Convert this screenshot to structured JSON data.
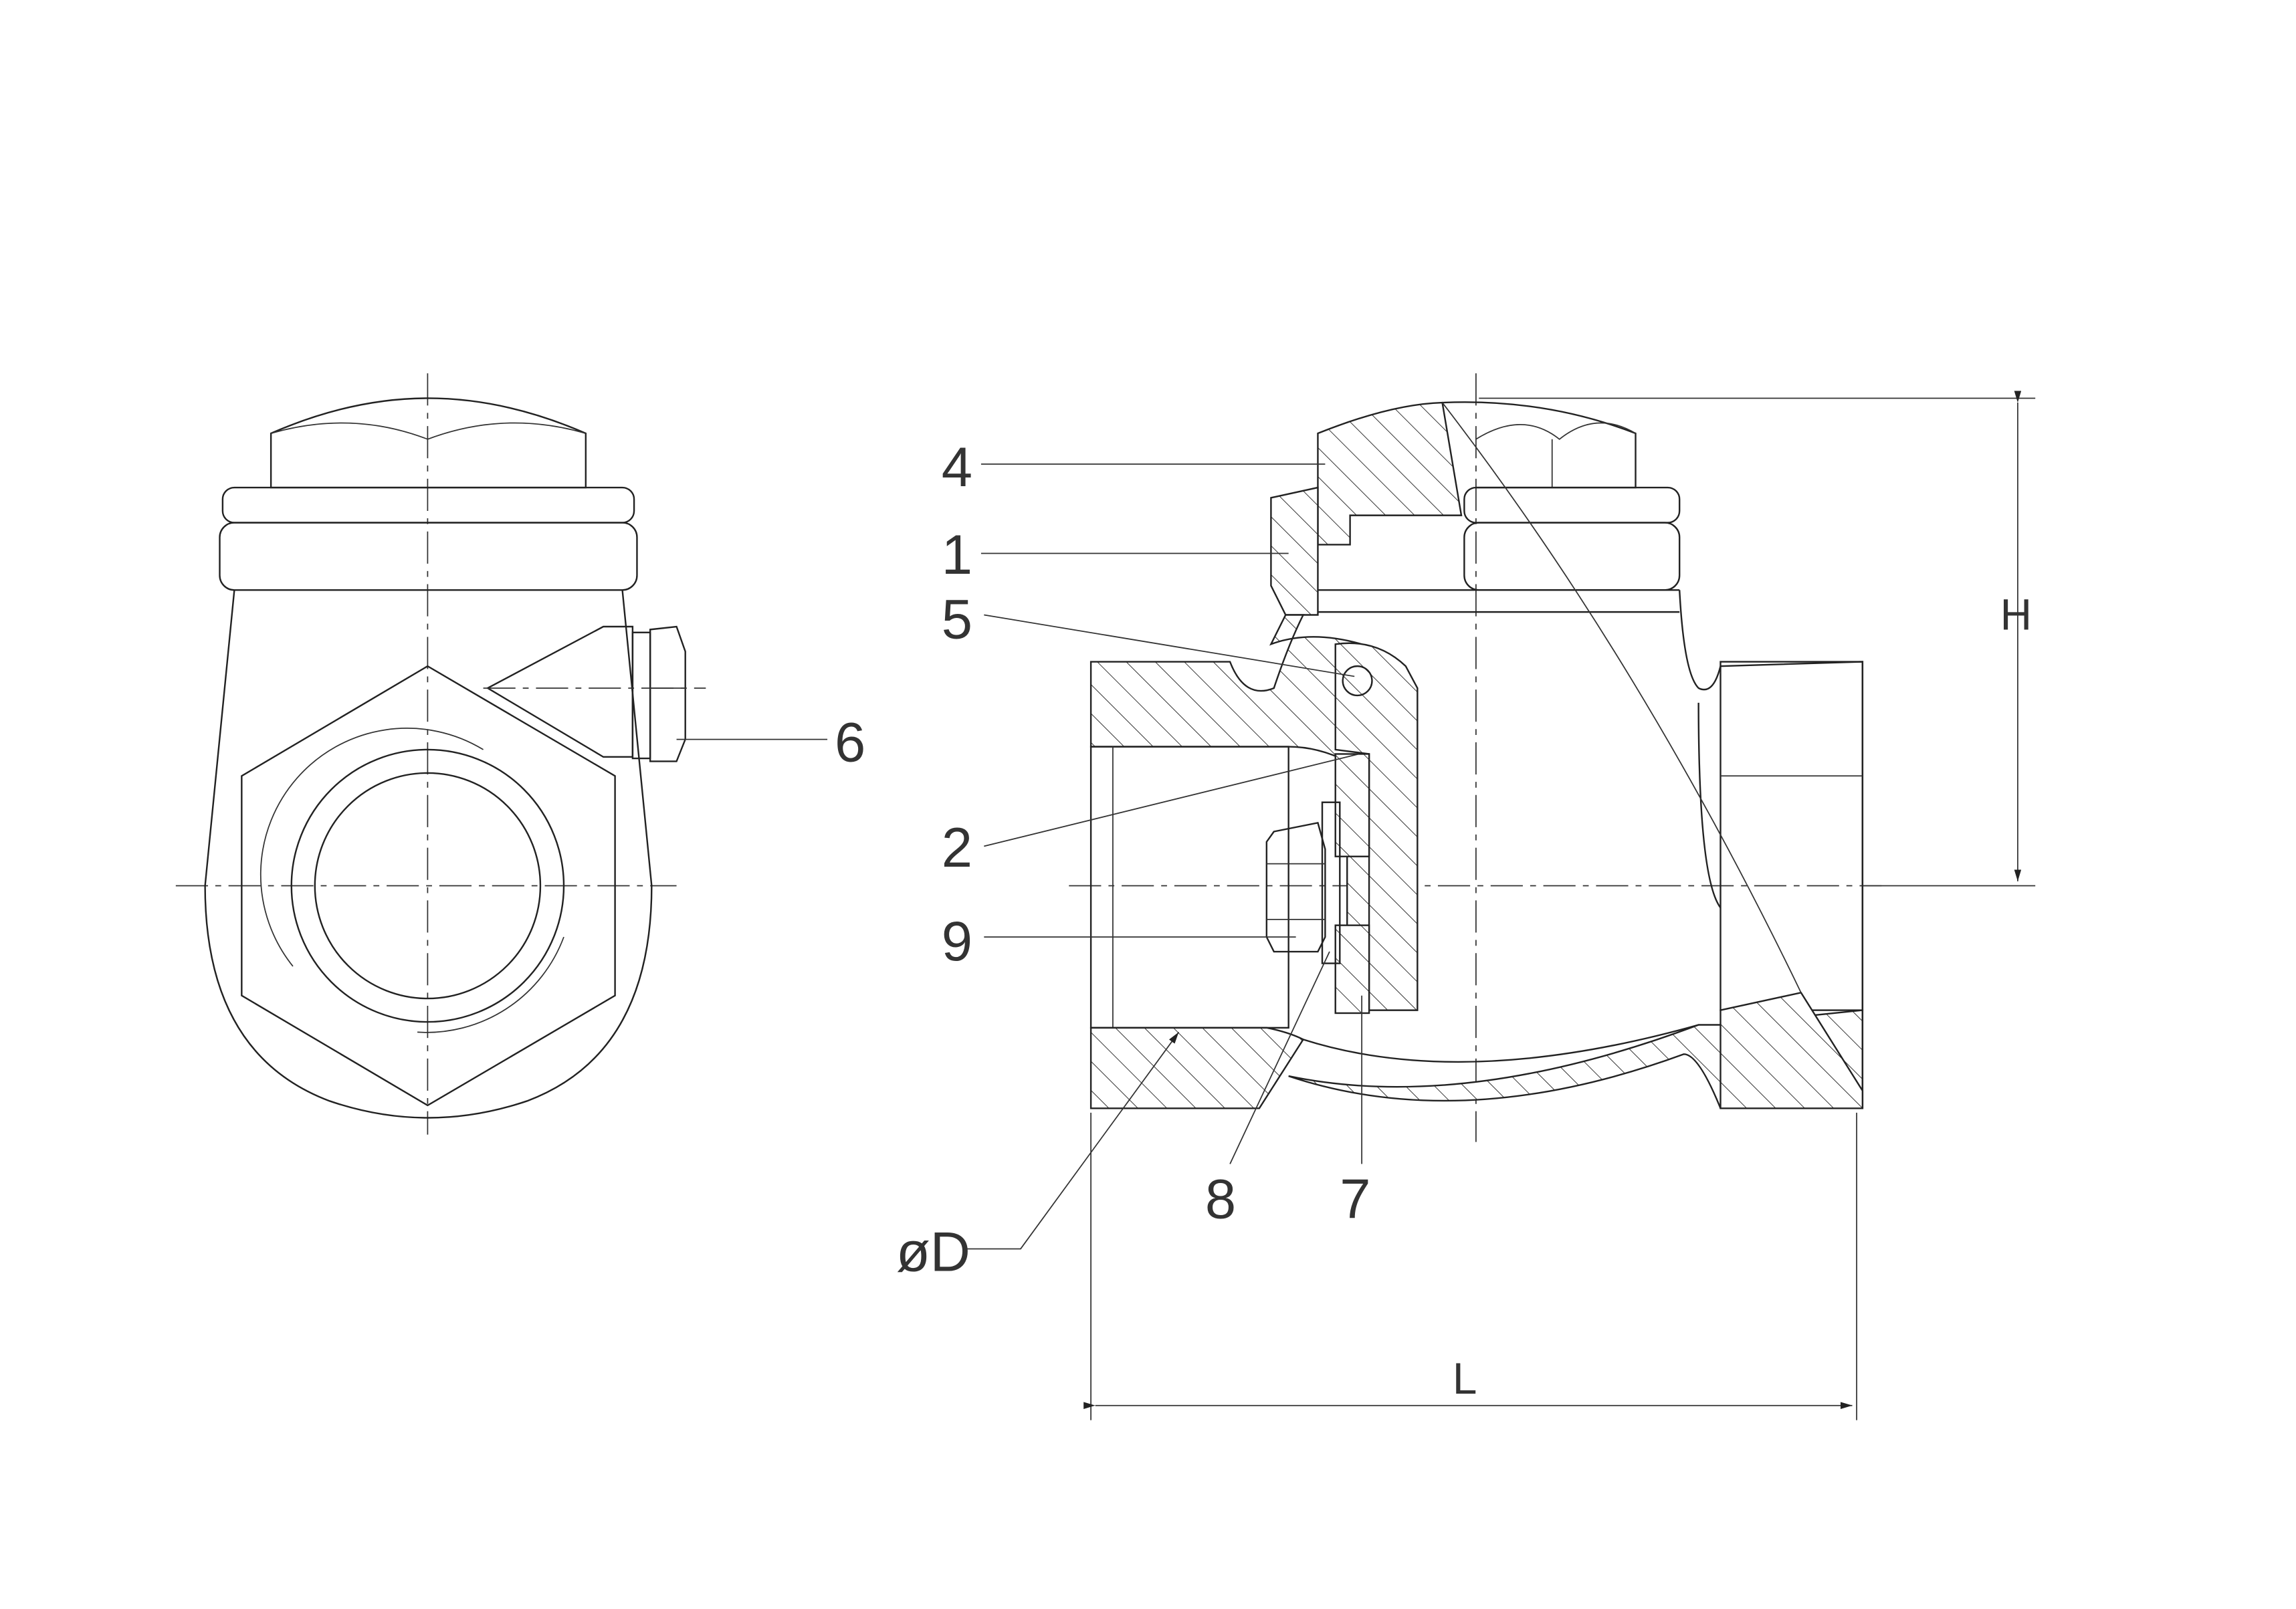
{
  "drawing": {
    "title": "Swing check valve – front and sectional views",
    "part_labels": [
      "4",
      "1",
      "5",
      "6",
      "2",
      "9",
      "8",
      "7"
    ],
    "dimensions": {
      "diameter": "øD",
      "height": "H",
      "length": "L"
    },
    "line_color": "#222222",
    "background": "#ffffff"
  }
}
